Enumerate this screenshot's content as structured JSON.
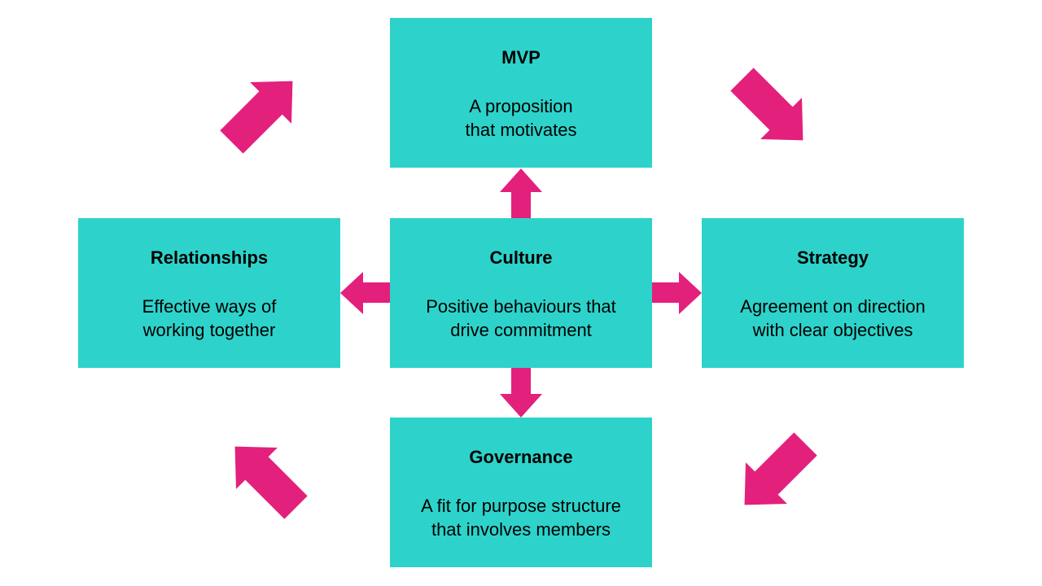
{
  "colors": {
    "box_fill": "#2dd3cb",
    "arrow_fill": "#e3207b",
    "text": "#000000"
  },
  "boxes": {
    "mvp": {
      "title": "MVP",
      "line1": "A proposition",
      "line2": "that motivates"
    },
    "culture": {
      "title": "Culture",
      "line1": "Positive behaviours that",
      "line2": "drive commitment"
    },
    "relationships": {
      "title": "Relationships",
      "line1": "Effective ways of",
      "line2": "working together"
    },
    "strategy": {
      "title": "Strategy",
      "line1": "Agreement on direction",
      "line2": "with clear objectives"
    },
    "governance": {
      "title": "Governance",
      "line1": "A fit for purpose structure",
      "line2": "that involves members"
    }
  }
}
